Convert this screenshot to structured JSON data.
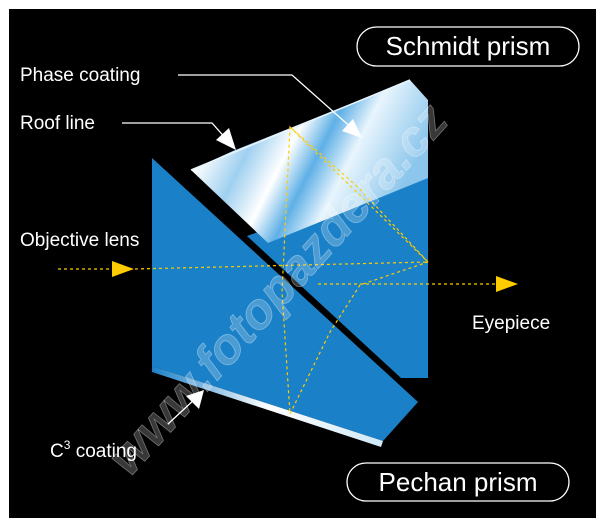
{
  "diagram": {
    "title_top": "Schmidt prism",
    "title_bottom": "Pechan prism",
    "labels": {
      "phase_coating": "Phase coating",
      "roof_line": "Roof line",
      "objective_lens": "Objective lens",
      "eyepiece": "Eyepiece",
      "c3_coating_base": "C",
      "c3_coating_sup": "3",
      "c3_coating_rest": " coating"
    },
    "watermark": "www.fotopazdera.cz"
  },
  "colors": {
    "background": "#000000",
    "frame": "#ffffff",
    "prism_blue": "#1a80c8",
    "prism_blue_dark": "#0f68ad",
    "light_path": "#ffcc00",
    "label_text": "#ffffff"
  }
}
